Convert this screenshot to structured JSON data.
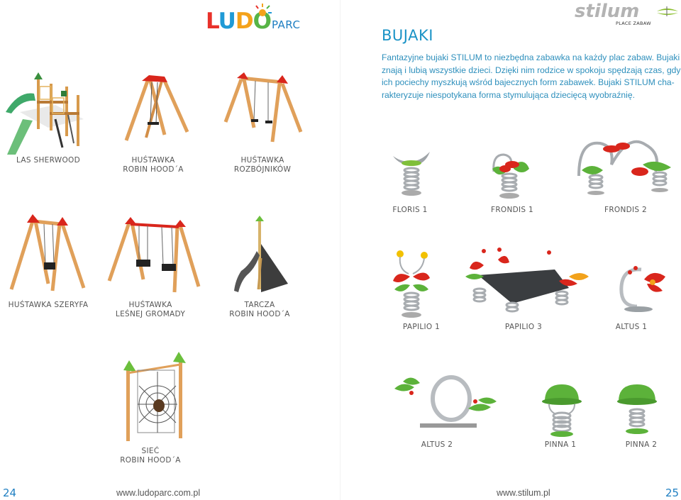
{
  "brand_left": {
    "ludo": [
      "L",
      "U",
      "D",
      "O"
    ],
    "parc": "PARC"
  },
  "brand_right": {
    "name": "stilum",
    "tagline": "PLACE ZABAW"
  },
  "section": {
    "title": "BUJAKI",
    "intro_lines": [
      "Fantazyjne bujaki STILUM to niezbędna zabawka na każdy plac zabaw. Bujaki",
      "znają i lubią wszystkie dzieci. Dzięki nim rodzice w spokoju spędzają czas, gdy",
      "ich pociechy myszkują wśród bajecznych form zabawek. Bujaki STILUM cha-",
      "rakteryzuje niespotykana forma stymulująca dziecięcą wyobraźnię."
    ]
  },
  "left_products": [
    {
      "line1": "LAS SHERWOOD",
      "line2": ""
    },
    {
      "line1": "HUŚTAWKA",
      "line2": "ROBIN HOOD´A"
    },
    {
      "line1": "HUŚTAWKA",
      "line2": "ROZBÓJNIKÓW"
    },
    {
      "line1": "HUŚTAWKA SZERYFA",
      "line2": ""
    },
    {
      "line1": "HUŚTAWKA",
      "line2": "LEŚNEJ GROMADY"
    },
    {
      "line1": "TARCZA",
      "line2": "ROBIN HOOD´A"
    },
    {
      "line1": "SIEĆ",
      "line2": "ROBIN HOOD´A"
    }
  ],
  "right_products": [
    {
      "label": "FLORIS 1"
    },
    {
      "label": "FRONDIS 1"
    },
    {
      "label": "FRONDIS 2"
    },
    {
      "label": "PAPILIO 1"
    },
    {
      "label": "PAPILIO 3"
    },
    {
      "label": "ALTUS 1"
    },
    {
      "label": "ALTUS 2"
    },
    {
      "label": "PINNA 1"
    },
    {
      "label": "PINNA 2"
    }
  ],
  "footer": {
    "left_page": "24",
    "left_url": "www.ludoparc.com.pl",
    "right_url": "www.stilum.pl",
    "right_page": "25"
  },
  "colors": {
    "accent_blue": "#1a93c6",
    "wood": "#e0a05a",
    "red": "#d9261c",
    "green": "#5cb23a",
    "steel": "#b8bcc0"
  }
}
